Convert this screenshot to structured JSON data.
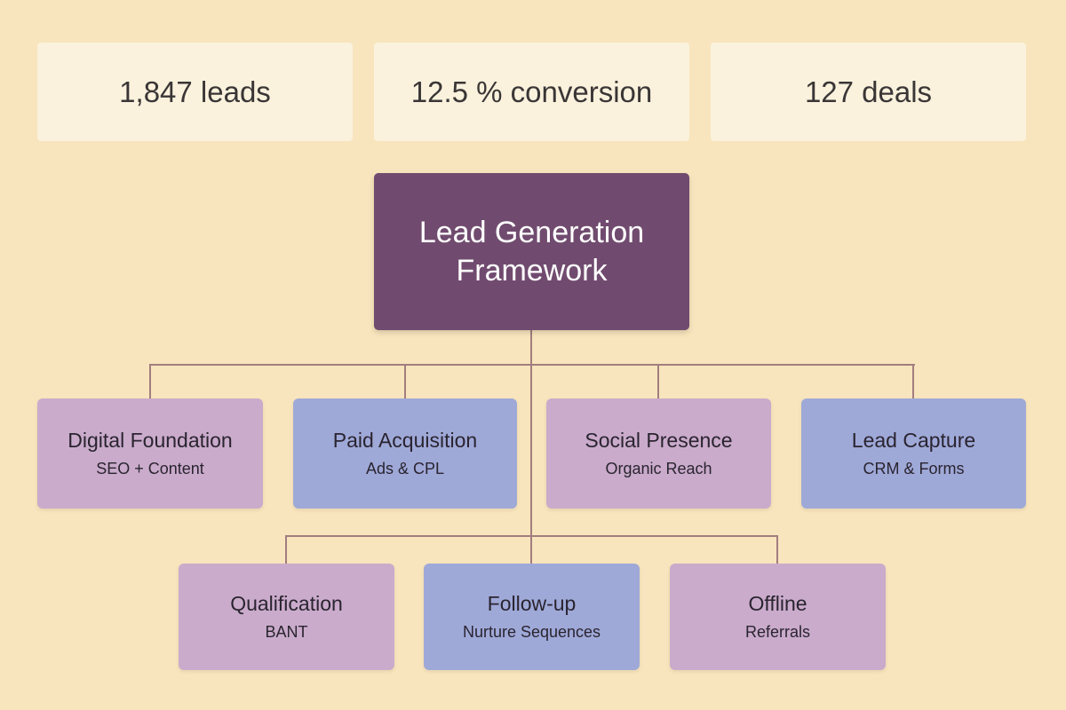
{
  "stats": [
    "1,847 leads",
    "12.5 % conversion",
    "127 deals"
  ],
  "root": {
    "line1": "Lead Generation",
    "line2": "Framework"
  },
  "row1": [
    {
      "title": "Digital Foundation",
      "subtitle": "SEO + Content",
      "color": "#caabcb"
    },
    {
      "title": "Paid Acquisition",
      "subtitle": "Ads & CPL",
      "color": "#9fa9d8"
    },
    {
      "title": "Social Presence",
      "subtitle": "Organic Reach",
      "color": "#caabcb"
    },
    {
      "title": "Lead Capture",
      "subtitle": "CRM & Forms",
      "color": "#9fa9d8"
    }
  ],
  "row2": [
    {
      "title": "Qualification",
      "subtitle": "BANT",
      "color": "#caabcb"
    },
    {
      "title": "Follow-up",
      "subtitle": "Nurture Sequences",
      "color": "#9fa9d8"
    },
    {
      "title": "Offline",
      "subtitle": "Referrals",
      "color": "#caabcb"
    }
  ]
}
